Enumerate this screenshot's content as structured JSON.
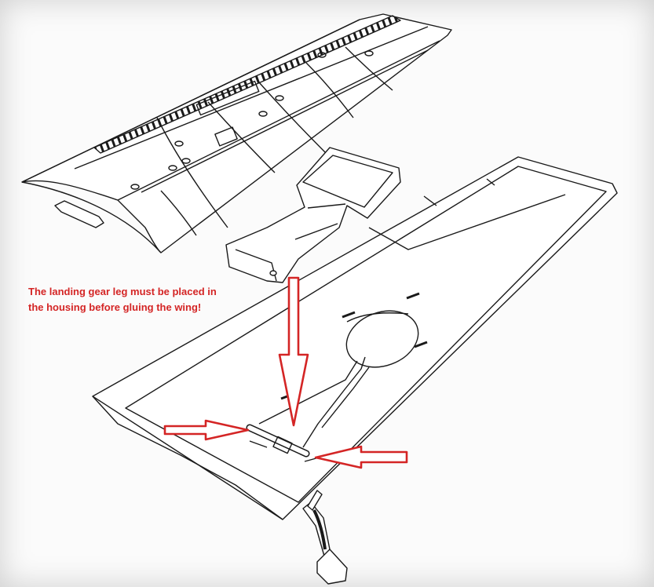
{
  "note": {
    "text": "The landing gear leg must be placed in the housing before gluing the wing!"
  },
  "colors": {
    "line": "#1a1a1a",
    "arrow": "#d42525",
    "paper": "#fbfbfb"
  },
  "parts": [
    "upper-wing-half",
    "gear-bay-insert",
    "lower-wing-half",
    "landing-gear-leg"
  ]
}
